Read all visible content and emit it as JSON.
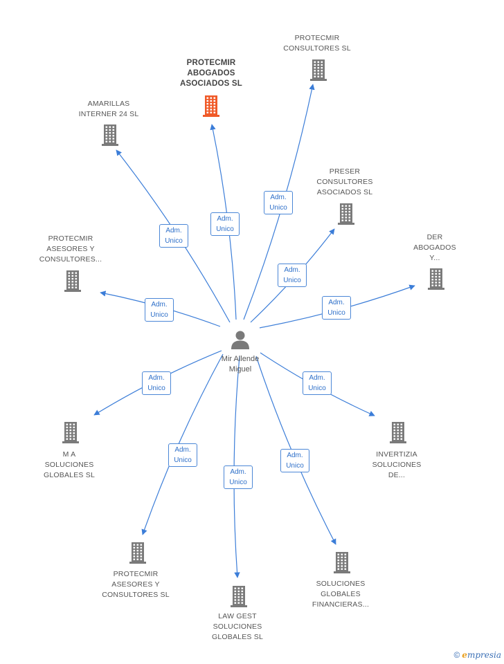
{
  "center": {
    "name_lines": [
      "Mir Allende",
      "Miguel"
    ]
  },
  "role_label": {
    "line1": "Adm.",
    "line2": "Unico"
  },
  "colors": {
    "edge": "#3b7dd8",
    "building": "#7a7a7a",
    "highlight": "#f05a28"
  },
  "companies": [
    {
      "lines": [
        "PROTECMIR",
        "CONSULTORES SL"
      ],
      "highlight": false
    },
    {
      "lines": [
        "PROTECMIR",
        "ABOGADOS",
        "ASOCIADOS SL"
      ],
      "highlight": true
    },
    {
      "lines": [
        "AMARILLAS",
        "INTERNER 24 SL"
      ],
      "highlight": false
    },
    {
      "lines": [
        "PRESER",
        "CONSULTORES",
        "ASOCIADOS SL"
      ],
      "highlight": false
    },
    {
      "lines": [
        "PROTECMIR",
        "ASESORES Y",
        "CONSULTORES..."
      ],
      "highlight": false
    },
    {
      "lines": [
        "DER",
        "ABOGADOS",
        "Y..."
      ],
      "highlight": false
    },
    {
      "lines": [
        "M A",
        "SOLUCIONES",
        "GLOBALES SL"
      ],
      "highlight": false
    },
    {
      "lines": [
        "INVERTIZIA",
        "SOLUCIONES",
        "DE..."
      ],
      "highlight": false
    },
    {
      "lines": [
        "PROTECMIR",
        "ASESORES Y",
        "CONSULTORES SL"
      ],
      "highlight": false
    },
    {
      "lines": [
        "SOLUCIONES",
        "GLOBALES",
        "FINANCIERAS..."
      ],
      "highlight": false
    },
    {
      "lines": [
        "LAW GEST",
        "SOLUCIONES",
        "GLOBALES SL"
      ],
      "highlight": false
    }
  ],
  "brand": {
    "copyright": "©",
    "e": "e",
    "rest": "mpresia"
  }
}
